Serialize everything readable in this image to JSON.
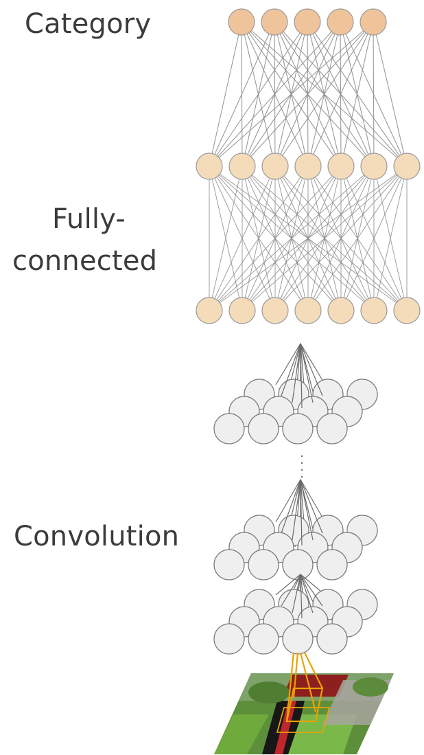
{
  "labels": {
    "category": "Category",
    "fully_connected_line1": "Fully-",
    "fully_connected_line2": "connected",
    "convolution": "Convolution"
  },
  "layers": {
    "category_units": 5,
    "fc_hidden_units": 7,
    "fc_input_units": 7,
    "conv_grid": "4 x 3 feature map",
    "conv_stack_count": 3
  },
  "colors": {
    "category_node": "#f0c49a",
    "fc_node": "#f4dcbb",
    "node_stroke": "#9a9a9a",
    "edge": "#8e8e8e",
    "conv_node": "#efefef",
    "receptive_field": "#e9a300",
    "label_text": "#3b3b3b"
  }
}
